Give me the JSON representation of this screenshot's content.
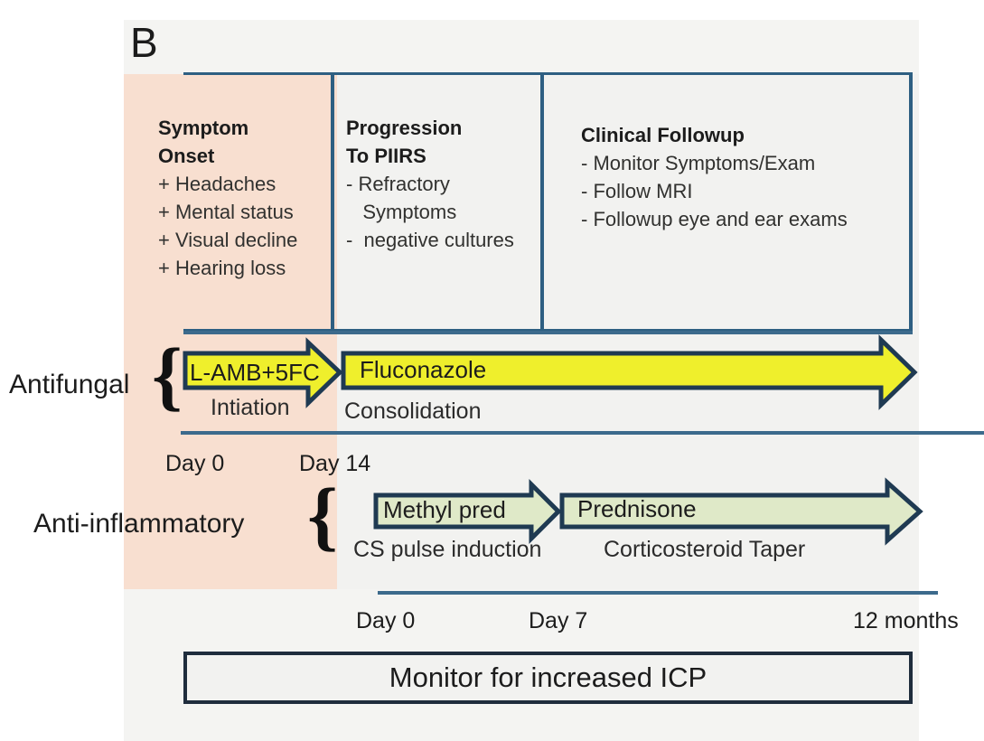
{
  "figure": {
    "panel_letter": "B",
    "colors": {
      "peach_zone": "#F8DFD0",
      "gray_zone": "#F2F2F0",
      "border_blue": "#2E5F82",
      "arrow_yellow": "#EFEF2C",
      "arrow_green": "#DFE9C8",
      "arrow_outline": "#1F3A52",
      "icp_border": "#1F2D3D"
    }
  },
  "header": {
    "columns": [
      {
        "title_line1": "Symptom",
        "title_line2": "Onset",
        "items": [
          "+ Headaches",
          "+ Mental status",
          "+ Visual decline",
          "+ Hearing loss"
        ]
      },
      {
        "title_line1": "Progression",
        "title_line2": "To PIIRS",
        "items": [
          "- Refractory",
          "   Symptoms",
          "-  negative cultures"
        ]
      },
      {
        "title_line1": "Clinical Followup",
        "title_line2": "",
        "items": [
          "- Monitor Symptoms/Exam",
          "- Follow MRI",
          "- Followup eye and ear exams"
        ]
      }
    ]
  },
  "rows": [
    {
      "label": "Antifungal",
      "brace": "{",
      "arrows": [
        {
          "name": "l-amb-5fc",
          "label": "L-AMB+5FC",
          "phase": "Intiation",
          "color": "#EFEF2C"
        },
        {
          "name": "fluconazole",
          "label": "Fluconazole",
          "phase": "Consolidation",
          "color": "#EFEF2C"
        }
      ],
      "axis_ticks": [
        "Day 0",
        "Day 14"
      ]
    },
    {
      "label": "Anti-inflammatory",
      "brace": "{",
      "arrows": [
        {
          "name": "methyl-pred",
          "label": "Methyl pred",
          "phase": "CS pulse induction",
          "color": "#DFE9C8"
        },
        {
          "name": "prednisone",
          "label": "Prednisone",
          "phase": "Corticosteroid Taper",
          "color": "#DFE9C8"
        }
      ],
      "axis_ticks": [
        "Day 0",
        "Day 7",
        "12 months"
      ]
    }
  ],
  "footer": {
    "monitor_banner": "Monitor for increased ICP"
  }
}
